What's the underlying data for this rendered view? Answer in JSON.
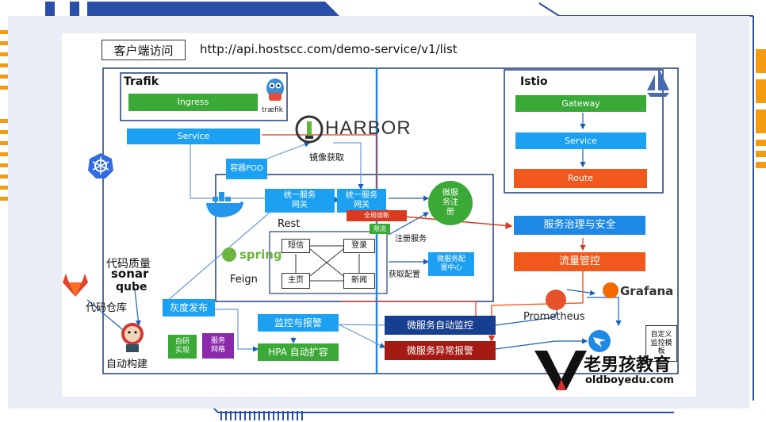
{
  "client": {
    "label": "客户端访问",
    "url": "http://api.hostscc.com/demo-service/v1/list"
  },
  "trafik": {
    "title": "Trafik",
    "ingress": "Ingress",
    "logo_text": "træfik",
    "service": "Service"
  },
  "harbor": {
    "name": "HARBOR",
    "image_pull": "镜像获取"
  },
  "istio": {
    "title": "Istio",
    "gateway": "Gateway",
    "service": "Service",
    "route": "Route"
  },
  "pod": "容器POD",
  "gateway1": "统一服务\n网关",
  "gateway2": "统一服务\n网关",
  "registry": "微服\n务注\n册",
  "circuit": "全局熔断",
  "rate": "限流",
  "register_service": "注册服务",
  "fetch_config": "获取配置",
  "config_center": "微服务配\n置中心",
  "rest": "Rest",
  "feign": "Feign",
  "spring": "spring",
  "modules": {
    "sms": "短信",
    "login": "登录",
    "home": "主页",
    "news": "新闻"
  },
  "governance": "服务治理与安全",
  "flow_control": "流量管控",
  "grafana": "Grafana",
  "prometheus": "Prometheus",
  "custom_template": "自定义\n监控模\n板",
  "code_quality": "代码质量",
  "sonar": "sonar",
  "qube": "qube",
  "code_repo": "代码仓库",
  "auto_build": "自动构建",
  "gray_release": "灰度发布",
  "self_dev": "自研\n实现",
  "service_mesh": "服务\n网格",
  "monitor_alert": "监控与报警",
  "hpa": "HPA 自动扩容",
  "auto_monitor": "微服务自动监控",
  "exception_alert": "微服务异常报警",
  "brand": {
    "name": "老男孩教育",
    "domain": "oldboyedu.com"
  },
  "colors": {
    "accent_blue": "#1e88e5",
    "navy": "#1f3f7a",
    "orange": "#f39c12",
    "red": "#d93a1f"
  }
}
